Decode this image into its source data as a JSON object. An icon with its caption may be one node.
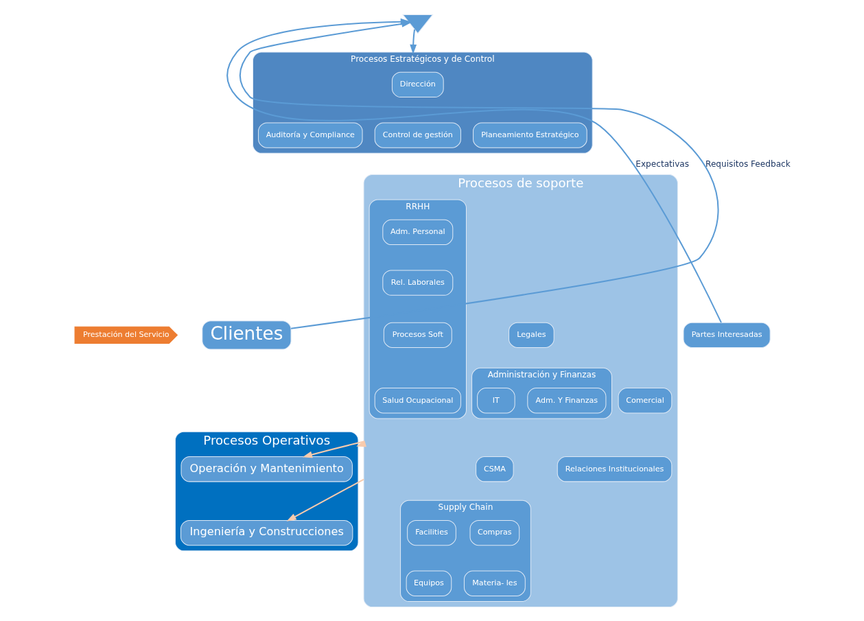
{
  "diagram": {
    "nodes": [
      {
        "text": [
          "Partes Interesadas"
        ]
      },
      {
        "text": [
          "Clientes"
        ]
      },
      {
        "text": [],
        "shape": "triangle"
      },
      {
        "text": [
          "Procesos Estratégicos y de Control"
        ]
      },
      {
        "text": [
          "Dirección"
        ],
        "in": 3
      },
      {
        "text": [
          "Planeamiento Estratégico"
        ],
        "in": 3
      },
      {
        "text": [
          "Control de gestión"
        ],
        "in": 3
      },
      {
        "text": [
          "Auditoría y Compliance"
        ],
        "in": 3
      },
      {
        "text": [
          "Procesos de soporte"
        ]
      },
      {
        "text": [
          "Administración y Finanzas"
        ],
        "in": 8
      },
      {
        "text": [
          "Adm. Y Finanzas"
        ],
        "in": 9
      },
      {
        "text": [
          "IT"
        ],
        "in": 9
      },
      {
        "text": [
          "RRHH"
        ],
        "in": 8
      },
      {
        "text": [
          "Adm. Personal"
        ],
        "in": 12
      },
      {
        "text": [
          "Rel. Laborales"
        ],
        "in": 12
      },
      {
        "text": [
          "Procesos Soft"
        ],
        "in": 12
      },
      {
        "text": [
          "Salud Ocupacional"
        ],
        "in": 12
      },
      {
        "text": [
          "Legales"
        ],
        "in": 8
      },
      {
        "text": [
          "CSMA"
        ],
        "in": 8
      },
      {
        "text": [
          "Comercial"
        ],
        "in": 8
      },
      {
        "text": [
          "Supply Chain"
        ],
        "in": 8
      },
      {
        "text": [
          "Compras"
        ],
        "in": 20
      },
      {
        "text": [
          "Facilities"
        ],
        "in": 20
      },
      {
        "text": [
          "Materia- les"
        ],
        "in": 20
      },
      {
        "text": [
          "Equipos"
        ],
        "in": 20
      },
      {
        "text": [
          "Relaciones Institucionales"
        ],
        "in": 8
      },
      {
        "text": [
          "Procesos Operativos"
        ]
      },
      {
        "text": [
          "Operación y Mantenimiento"
        ],
        "in": 26
      },
      {
        "text": [
          "Ingeniería y Construcciones"
        ],
        "in": 26
      },
      {
        "text": [
          "Prestación del Servicio"
        ]
      }
    ],
    "edges": [
      {
        "from": 0,
        "to": 2,
        "arrow": "to",
        "label": "Expectativas"
      },
      {
        "from": 1,
        "to": 2,
        "arrow": "to",
        "label": "Requisitos Feedback"
      },
      {
        "from": 2,
        "to": 3,
        "arrow": "to"
      },
      {
        "from": 8,
        "to": 27,
        "arrow": "to",
        "color": "#f8cbad"
      },
      {
        "from": 8,
        "to": 26,
        "arrow": "to",
        "color": "#f8cbad"
      },
      {
        "from": 8,
        "to": 28,
        "arrow": "to",
        "color": "#f8cbad"
      }
    ]
  }
}
